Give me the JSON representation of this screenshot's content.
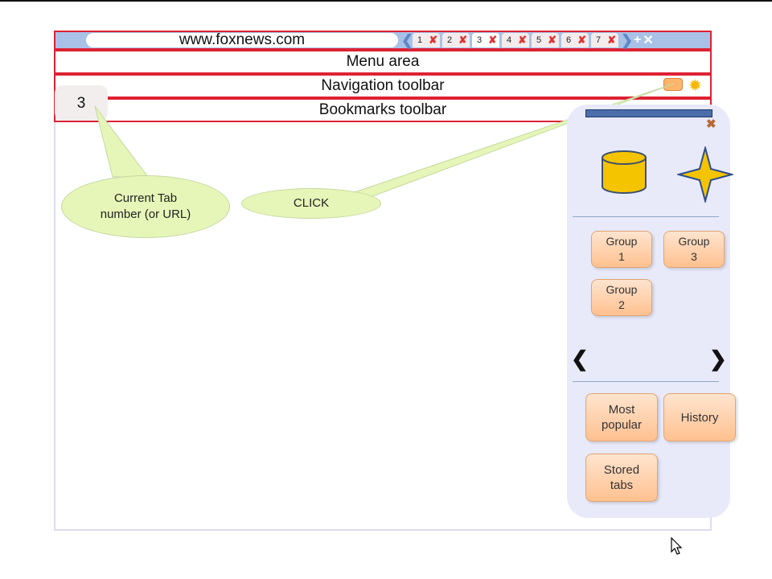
{
  "address_bar": {
    "url": "www.foxnews.com"
  },
  "tabs": [
    {
      "label": "1",
      "active": false
    },
    {
      "label": "2",
      "active": false
    },
    {
      "label": "3",
      "active": true
    },
    {
      "label": "4",
      "active": false
    },
    {
      "label": "5",
      "active": false
    },
    {
      "label": "6",
      "active": false
    },
    {
      "label": "7",
      "active": false
    }
  ],
  "toolbars": {
    "menu": "Menu area",
    "navigation": "Navigation toolbar",
    "bookmarks": "Bookmarks toolbar"
  },
  "current_tab_number": "3",
  "callouts": {
    "tab_number": "Current Tab\nnumber (or URL)",
    "click": "CLICK"
  },
  "side_panel": {
    "group_buttons": [
      {
        "label": "Group\n1"
      },
      {
        "label": "Group\n3"
      },
      {
        "label": "Group\n2"
      }
    ],
    "prev_label": "❮",
    "next_label": "❯",
    "bottom_buttons": [
      {
        "label": "Most\npopular"
      },
      {
        "label": "History"
      },
      {
        "label": "Stored\ntabs"
      }
    ]
  },
  "colors": {
    "toolbar_border": "#dd2233",
    "url_bar_bg": "#a9c1e6",
    "panel_bg": "#e8eafa",
    "button_orange": "#ffc190",
    "callout_green": "#e6f6b8",
    "database_yellow": "#f5c400",
    "star_yellow": "#f5c400"
  },
  "icons": {
    "database": "database-icon",
    "star": "star-icon",
    "sun": "sun-icon",
    "close": "close-x-icon"
  }
}
